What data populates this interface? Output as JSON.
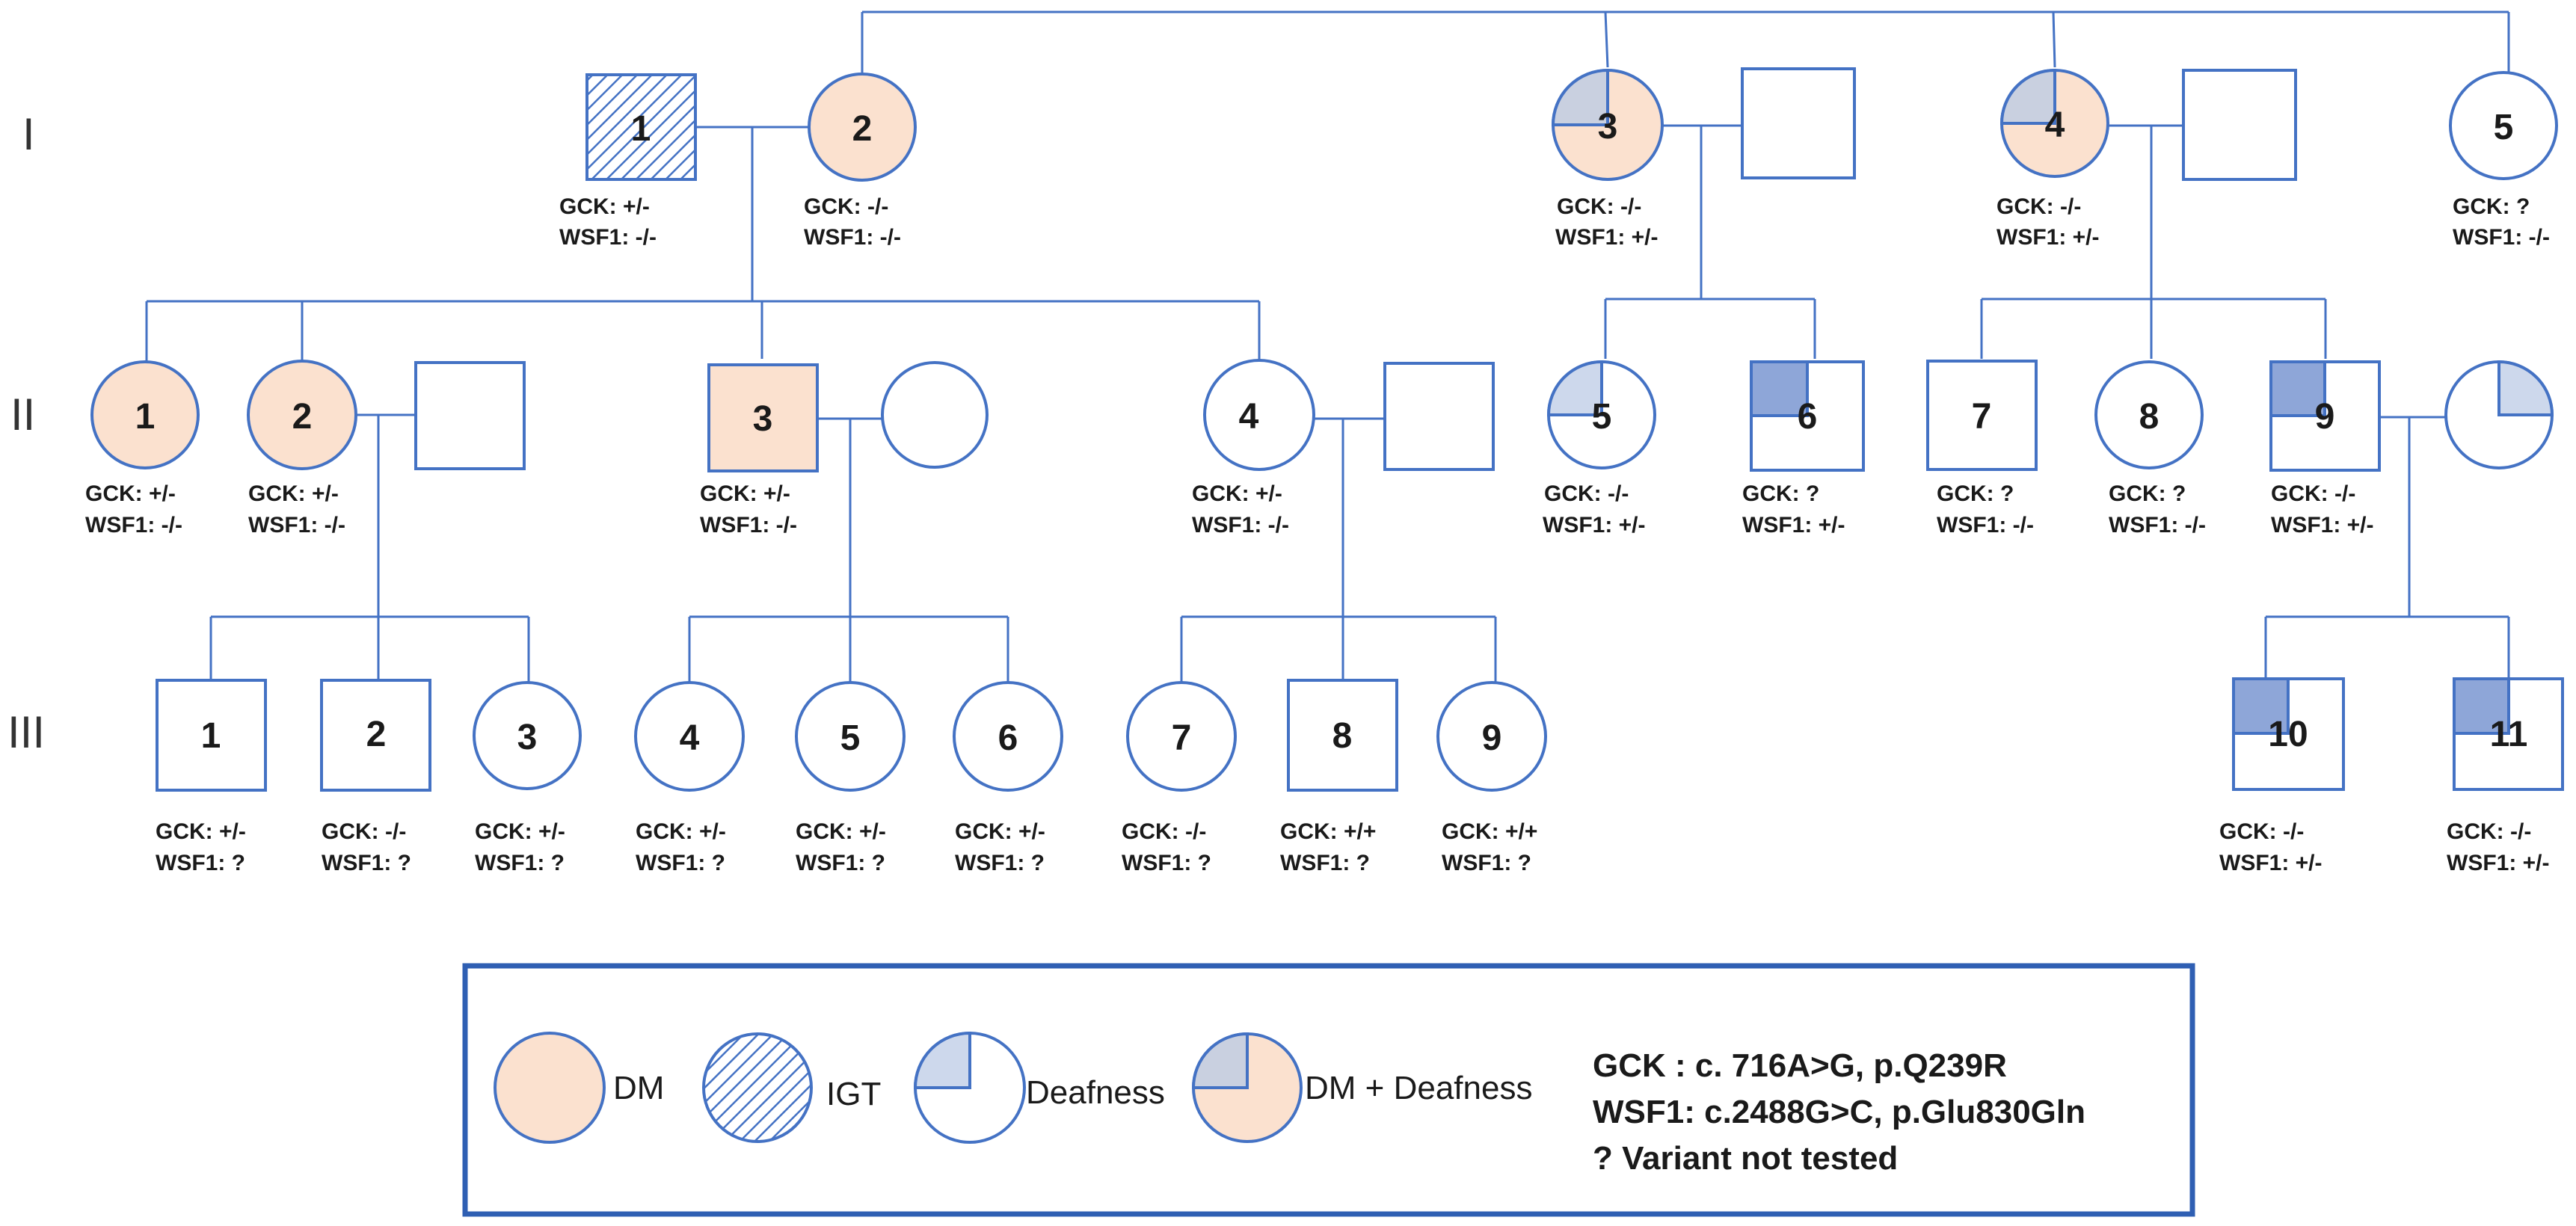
{
  "generations": [
    "I",
    "II",
    "III"
  ],
  "colors": {
    "line": "#4472c4",
    "dm_fill": "#fbe1cf",
    "deaf_fill": "#cdd8ec",
    "dm_deaf_quadrant": "#c9d0e0",
    "male_deaf_quadrant": "#8ea6d8",
    "igt_hatch": "#4472c4"
  },
  "individuals": {
    "I1": {
      "number": "1",
      "gck": "GCK:  +/-",
      "wsf1": "WSF1: -/-"
    },
    "I2": {
      "number": "2",
      "gck": "GCK:  -/-",
      "wsf1": "WSF1: -/-"
    },
    "I3": {
      "number": "3",
      "gck": "GCK:  -/-",
      "wsf1": "WSF1: +/-"
    },
    "I4": {
      "number": "4",
      "gck": "GCK:  -/-",
      "wsf1": "WSF1: +/-"
    },
    "I5": {
      "number": "5",
      "gck": "GCK:  ?",
      "wsf1": "WSF1: -/-"
    },
    "II1": {
      "number": "1",
      "gck": "GCK:  +/-",
      "wsf1": "WSF1: -/-"
    },
    "II2": {
      "number": "2",
      "gck": "GCK:  +/-",
      "wsf1": "WSF1: -/-"
    },
    "II3": {
      "number": "3",
      "gck": "GCK:  +/-",
      "wsf1": "WSF1: -/-"
    },
    "II4": {
      "number": "4",
      "gck": "GCK: +/-",
      "wsf1": "WSF1: -/-"
    },
    "II5": {
      "number": "5",
      "gck": "GCK:  -/-",
      "wsf1": "WSF1: +/-"
    },
    "II6": {
      "number": "6",
      "gck": "GCK:  ?",
      "wsf1": "WSF1: +/-"
    },
    "II7": {
      "number": "7",
      "gck": "GCK:  ?",
      "wsf1": "WSF1: -/-"
    },
    "II8": {
      "number": "8",
      "gck": "GCK:  ?",
      "wsf1": "WSF1: -/-"
    },
    "II9": {
      "number": "9",
      "gck": "GCK:  -/-",
      "wsf1": "WSF1: +/-"
    },
    "III1": {
      "number": "1",
      "gck": "GCK:  +/-",
      "wsf1": "WSF1:  ?"
    },
    "III2": {
      "number": "2",
      "gck": "GCK:  -/-",
      "wsf1": "WSF1:  ?"
    },
    "III3": {
      "number": "3",
      "gck": "GCK:  +/-",
      "wsf1": "WSF1:  ?"
    },
    "III4": {
      "number": "4",
      "gck": "GCK:  +/-",
      "wsf1": "WSF1:  ?"
    },
    "III5": {
      "number": "5",
      "gck": "GCK:  +/-",
      "wsf1": "WSF1:  ?"
    },
    "III6": {
      "number": "6",
      "gck": "GCK:  +/-",
      "wsf1": "WSF1:  ?"
    },
    "III7": {
      "number": "7",
      "gck": "GCK:  -/-",
      "wsf1": "WSF1:  ?"
    },
    "III8": {
      "number": "8",
      "gck": "GCK:  +/+",
      "wsf1": "WSF1:  ?"
    },
    "III9": {
      "number": "9",
      "gck": "GCK:  +/+",
      "wsf1": "WSF1:  ?"
    },
    "III10": {
      "number": "10",
      "gck": "GCK:     -/-",
      "wsf1": "WSF1:    +/-"
    },
    "III11": {
      "number": "11",
      "gck": "GCK:     -/-",
      "wsf1": "WSF1:   +/-"
    }
  },
  "legend": {
    "dm": "DM",
    "igt": "IGT",
    "deafness": "Deafness",
    "dm_deafness": "DM + Deafness",
    "gck_variant": "GCK : c. 716A>G, p.Q239R",
    "wsf1_variant": "WSF1: c.2488G>C,  p.Glu830Gln",
    "not_tested": "? Variant not tested"
  }
}
